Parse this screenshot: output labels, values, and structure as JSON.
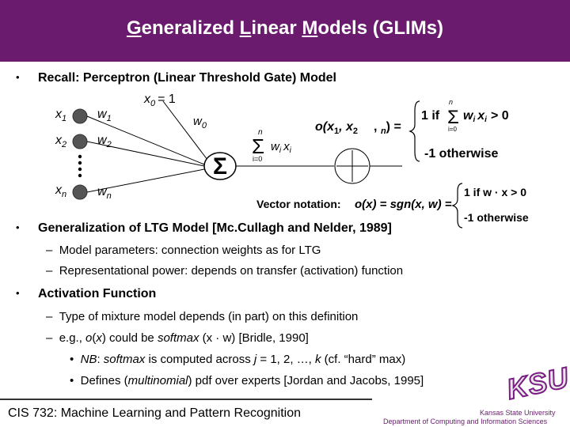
{
  "header": {
    "title_parts": [
      {
        "text": "G",
        "u": true
      },
      {
        "text": "eneralized ",
        "u": false
      },
      {
        "text": "L",
        "u": true
      },
      {
        "text": "inear ",
        "u": false
      },
      {
        "text": "M",
        "u": true
      },
      {
        "text": "odels (GLIMs)",
        "u": false
      }
    ]
  },
  "bullets": {
    "recall": "Recall: Perceptron (Linear Threshold Gate) Model",
    "generalization": "Generalization of LTG Model [Mc.Cullagh and Nelder, 1989]",
    "model_params": "Model parameters: connection weights as for LTG",
    "rep_power": "Representational power: depends on transfer (activation) function",
    "activation": "Activation Function",
    "type_mixture": "Type of mixture model depends (in part) on this definition",
    "eg_pre": "e.g., ",
    "eg_o": "o",
    "eg_x": "x",
    "eg_mid": ") could be ",
    "eg_softmax": "softmax",
    "eg_args": " (x · w)",
    "eg_ref": " [Bridle, 1990]",
    "nb_pre": "NB",
    "nb_colon": ": ",
    "nb_softmax": "softmax",
    "nb_mid": " is computed across ",
    "nb_j": "j",
    "nb_rest": " = 1, 2, …, ",
    "nb_k": "k",
    "nb_end": " (cf. “hard” max)",
    "defines_pre": "Defines (",
    "defines_multi": "multinomial",
    "defines_rest": ") pdf over experts [Jordan and Jacobs, 1995]",
    "dash": "–",
    "dot": "•"
  },
  "diagram": {
    "x1": "x",
    "x1_sub": "1",
    "x2": "x",
    "x2_sub": "2",
    "xn": "x",
    "xn_sub": "n",
    "w1": "w",
    "w1_sub": "1",
    "w2": "w",
    "w2_sub": "2",
    "wn": "w",
    "wn_sub": "n",
    "x0": "x",
    "x0_sub": "0",
    "x0_eq": "= 1",
    "w0": "w",
    "w0_sub": "0",
    "sigma": "Σ",
    "sum_top": "n",
    "sum_bot": "i=0",
    "sum_term": "w",
    "sum_i": "i",
    "sum_x": "x",
    "out_func": "o(x",
    "out_comma": ", x",
    "out_dots": ", ",
    "out_n": "n",
    "out_close": ") =",
    "case1": "1 if",
    "case1_sum_top": "n",
    "case1_sum_bot": "i=0",
    "case1_term": "w",
    "case1_rest": "x",
    "case1_gt": "> 0",
    "case2": "-1 otherwise",
    "vec_label": "Vector notation:",
    "vec_o": "o(x) = sgn(x, w) =",
    "vec_case1": "1 if w · x > 0",
    "vec_case2": "-1 otherwise"
  },
  "footer": {
    "course": "CIS 732: Machine Learning and  Pattern Recognition",
    "ksu_logo": "KSU",
    "ksu_top": "Kansas State University",
    "ksu_bot": "Department of Computing and Information Sciences"
  }
}
